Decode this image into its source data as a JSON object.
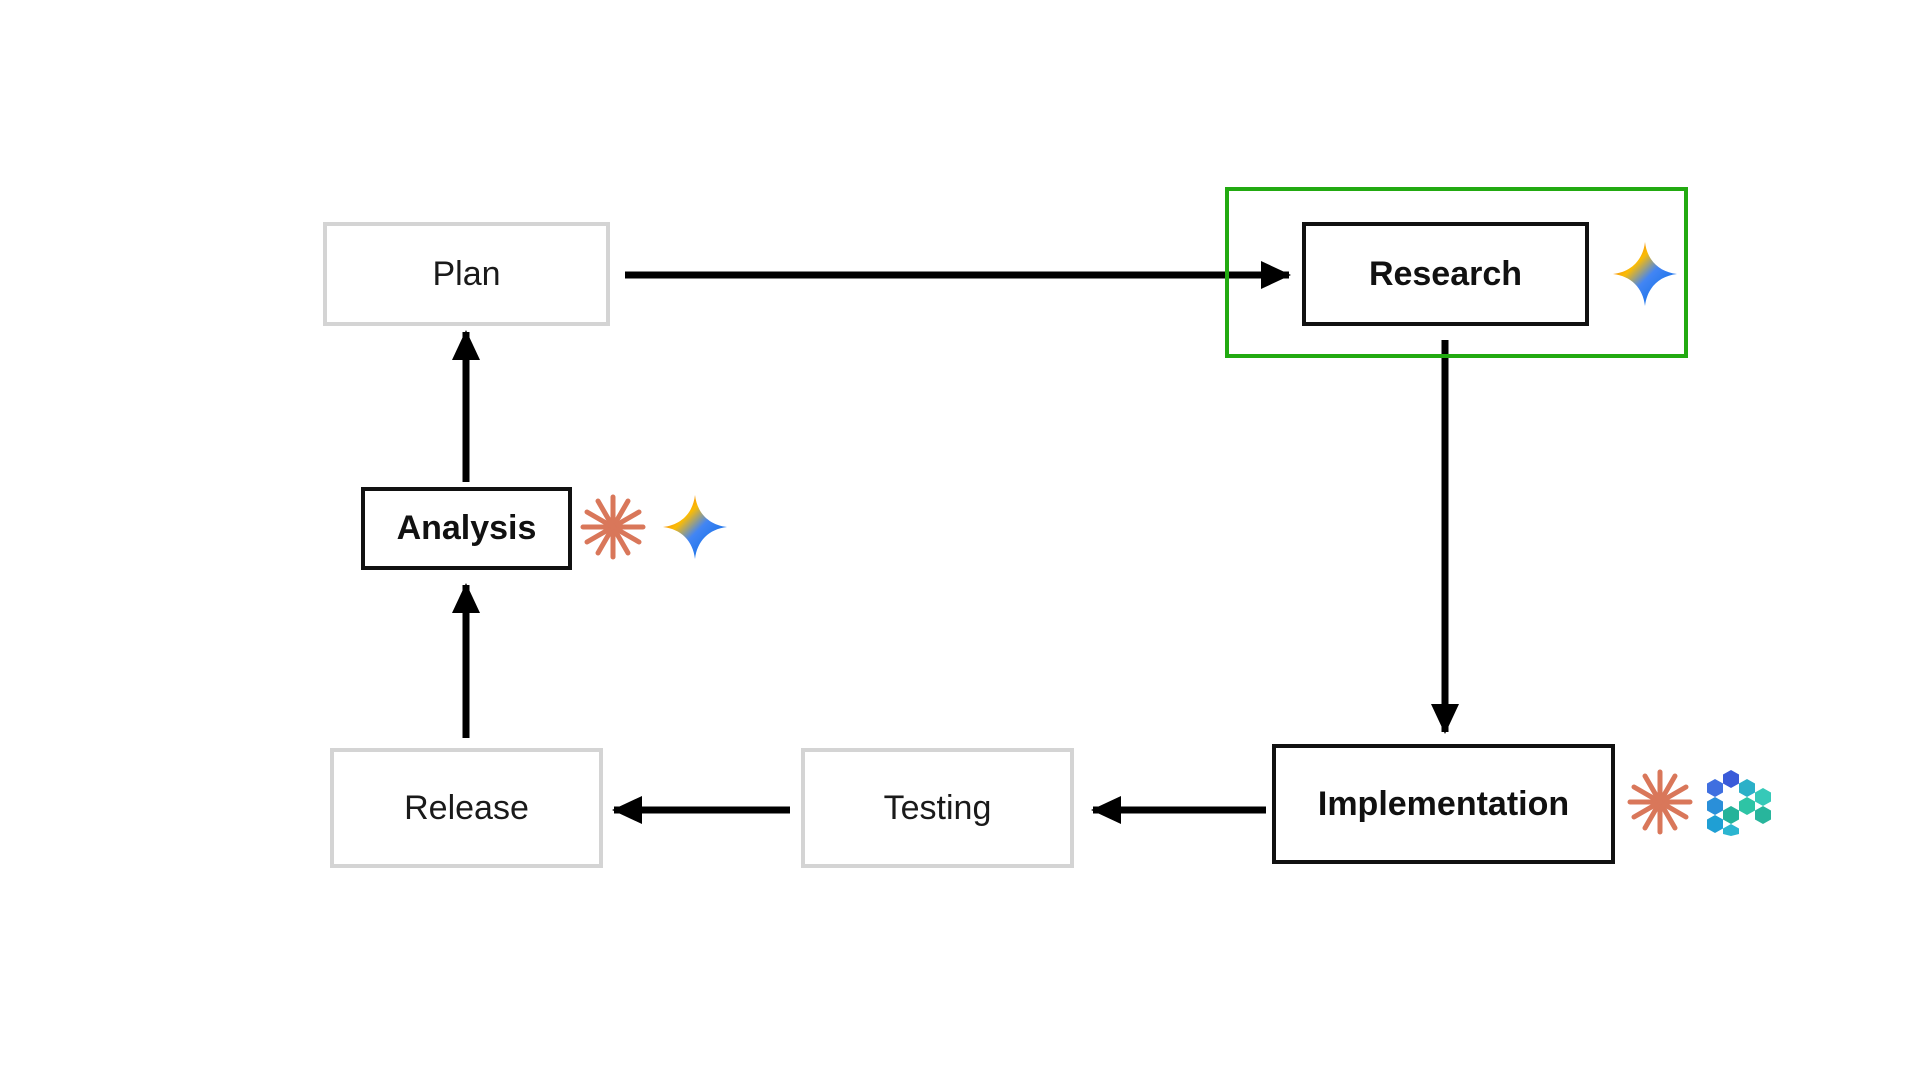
{
  "nodes": {
    "plan": {
      "label": "Plan",
      "state": "inactive"
    },
    "research": {
      "label": "Research",
      "state": "active"
    },
    "implementation": {
      "label": "Implementation",
      "state": "active"
    },
    "testing": {
      "label": "Testing",
      "state": "inactive"
    },
    "release": {
      "label": "Release",
      "state": "inactive"
    },
    "analysis": {
      "label": "Analysis",
      "state": "active"
    }
  },
  "edges": [
    {
      "from": "Plan",
      "to": "Research"
    },
    {
      "from": "Research",
      "to": "Implementation"
    },
    {
      "from": "Implementation",
      "to": "Testing"
    },
    {
      "from": "Testing",
      "to": "Release"
    },
    {
      "from": "Release",
      "to": "Analysis"
    },
    {
      "from": "Analysis",
      "to": "Plan"
    }
  ],
  "highlight": {
    "node": "Research",
    "color": "#22aa11"
  },
  "node_icons": {
    "research": [
      "gemini-sparkle-icon"
    ],
    "analysis": [
      "claude-starburst-icon",
      "gemini-sparkle-icon"
    ],
    "implementation": [
      "claude-starburst-icon",
      "hexagon-cluster-icon"
    ]
  },
  "colors": {
    "active_border": "#111111",
    "inactive_border": "#d4d4d4",
    "arrow": "#000000",
    "starburst": "#d9775a"
  }
}
